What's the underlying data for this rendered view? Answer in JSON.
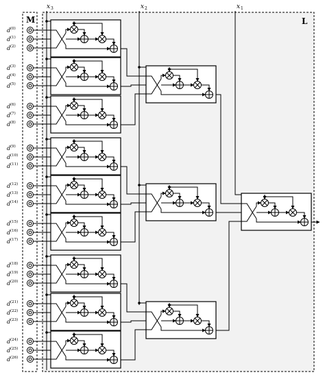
{
  "regions": {
    "memory_label": "M",
    "logic_label": "L"
  },
  "inputs": {
    "x_labels": [
      "x",
      "x",
      "x"
    ],
    "x_subscripts": [
      "3",
      "2",
      "1"
    ]
  },
  "digit_inputs": [
    {
      "base": "d",
      "sup": "(0)"
    },
    {
      "base": "d",
      "sup": "(1)"
    },
    {
      "base": "d",
      "sup": "(2)"
    },
    {
      "base": "d",
      "sup": "(3)"
    },
    {
      "base": "d",
      "sup": "(4)"
    },
    {
      "base": "d",
      "sup": "(5)"
    },
    {
      "base": "d",
      "sup": "(6)"
    },
    {
      "base": "d",
      "sup": "(7)"
    },
    {
      "base": "d",
      "sup": "(8)"
    },
    {
      "base": "d",
      "sup": "(9)"
    },
    {
      "base": "d",
      "sup": "(10)"
    },
    {
      "base": "d",
      "sup": "(11)"
    },
    {
      "base": "d",
      "sup": "(12)"
    },
    {
      "base": "d",
      "sup": "(13)"
    },
    {
      "base": "d",
      "sup": "(14)"
    },
    {
      "base": "d",
      "sup": "(15)"
    },
    {
      "base": "d",
      "sup": "(16)"
    },
    {
      "base": "d",
      "sup": "(17)"
    },
    {
      "base": "d",
      "sup": "(18)"
    },
    {
      "base": "d",
      "sup": "(19)"
    },
    {
      "base": "d",
      "sup": "(20)"
    },
    {
      "base": "d",
      "sup": "(21)"
    },
    {
      "base": "d",
      "sup": "(22)"
    },
    {
      "base": "d",
      "sup": "(23)"
    },
    {
      "base": "d",
      "sup": "(24)"
    },
    {
      "base": "d",
      "sup": "(25)"
    },
    {
      "base": "d",
      "sup": "(26)"
    }
  ],
  "colors": {
    "logic_fill": "#f2f2f2",
    "stroke": "#000000",
    "module_fill": "#ffffff"
  }
}
